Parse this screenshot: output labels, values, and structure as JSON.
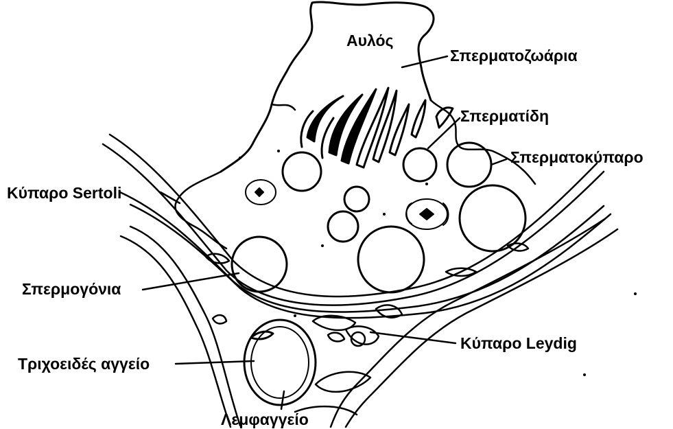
{
  "labels": {
    "lumen": "Αυλός",
    "spermatozoa": "Σπερματοζωάρια",
    "spermatid": "Σπερματίδη",
    "spermatocyte": "Σπερματοκύπαρο",
    "sertoli": "Κύπαρο Sertoli",
    "spermatogonia": "Σπερμογόνια",
    "leydig": "Κύπαρο Leydig",
    "capillary": "Τριχοειδές αγγείο",
    "lymphatic": "Λεμφαγγείο"
  },
  "colors": {
    "ink": "#000000",
    "background": "#ffffff"
  }
}
